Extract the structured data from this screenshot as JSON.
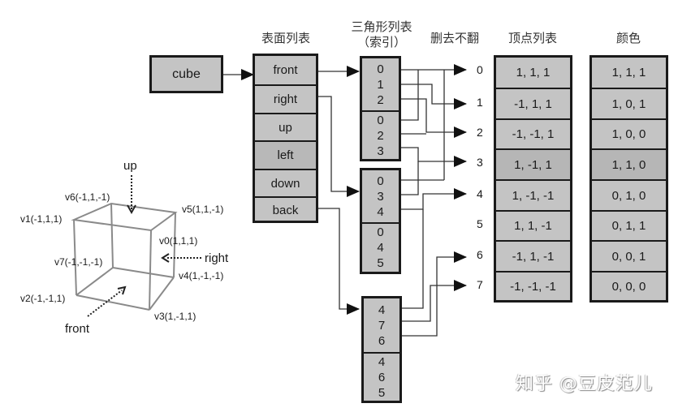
{
  "headers": {
    "surface_list": "表面列表",
    "triangle_list": "三角形列表",
    "triangle_list_sub": "（索引）",
    "cull": "删去不翻",
    "vertex_list": "顶点列表",
    "color": "颜色"
  },
  "cube_label": "cube",
  "surfaces": [
    "front",
    "right",
    "up",
    "left",
    "down",
    "back"
  ],
  "triangle_groups": [
    {
      "surface": "front",
      "triangles": [
        [
          "0",
          "1",
          "2"
        ],
        [
          "0",
          "2",
          "3"
        ]
      ]
    },
    {
      "surface": "right",
      "triangles": [
        [
          "0",
          "3",
          "4"
        ],
        [
          "0",
          "4",
          "5"
        ]
      ]
    },
    {
      "surface": "back",
      "triangles": [
        [
          "4",
          "7",
          "6"
        ],
        [
          "4",
          "6",
          "5"
        ]
      ]
    }
  ],
  "vertex_indices": [
    "0",
    "1",
    "2",
    "3",
    "4",
    "5",
    "6",
    "7"
  ],
  "vertices": [
    "1,  1,  1",
    "-1,  1,  1",
    "-1, -1, 1",
    "1, -1,  1",
    "1, -1, -1",
    "1, 1, -1",
    "-1, 1, -1",
    "-1, -1, -1"
  ],
  "colors": [
    "1, 1, 1",
    "1, 0, 1",
    "1, 0, 0",
    "1, 1, 0",
    "0, 1, 0",
    "0, 1, 1",
    "0, 0, 1",
    "0, 0, 0"
  ],
  "cube_vertices": {
    "v0": "v0(1,1,1)",
    "v1": "v1(-1,1,1)",
    "v2": "v2(-1,-1,1)",
    "v3": "v3(1,-1,1)",
    "v4": "v4(1,-1,-1)",
    "v5": "v5(1,1,-1)",
    "v6": "v6(-1,1,-1)",
    "v7": "v7(-1,-1,-1)"
  },
  "directions": {
    "up": "up",
    "right": "right",
    "front": "front"
  },
  "watermark": "知乎 @豆皮范儿"
}
